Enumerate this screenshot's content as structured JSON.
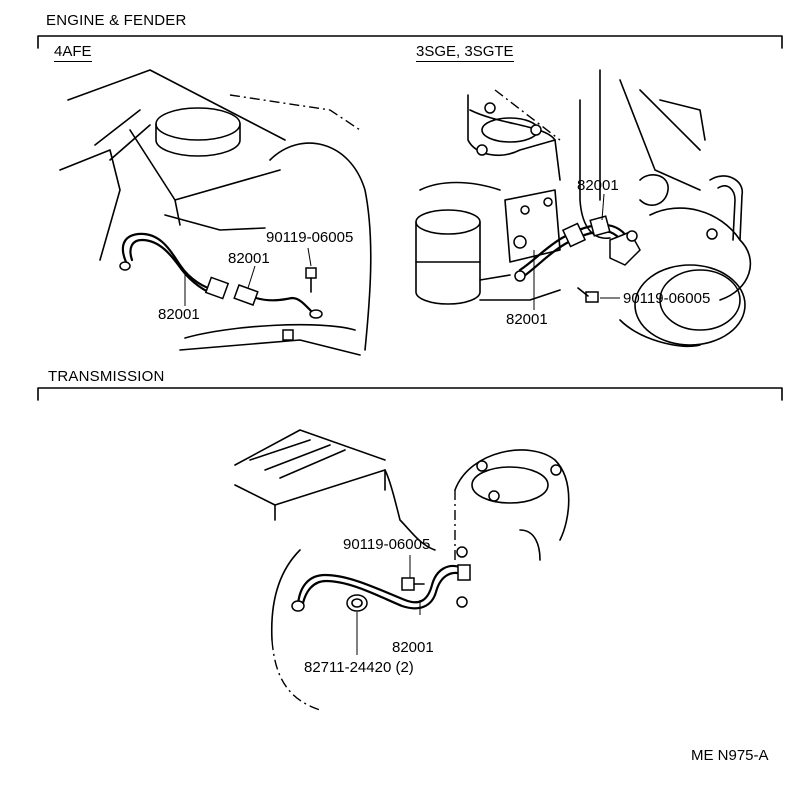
{
  "sections": {
    "engine_fender": "ENGINE & FENDER",
    "transmission": "TRANSMISSION"
  },
  "variants": {
    "left": "4AFE",
    "right": "3SGE, 3SGTE"
  },
  "parts": {
    "bolt": "90119-06005",
    "strap": "82001",
    "clamp": "82711-24420 (2)"
  },
  "footer": {
    "code": "ME N975-A"
  }
}
